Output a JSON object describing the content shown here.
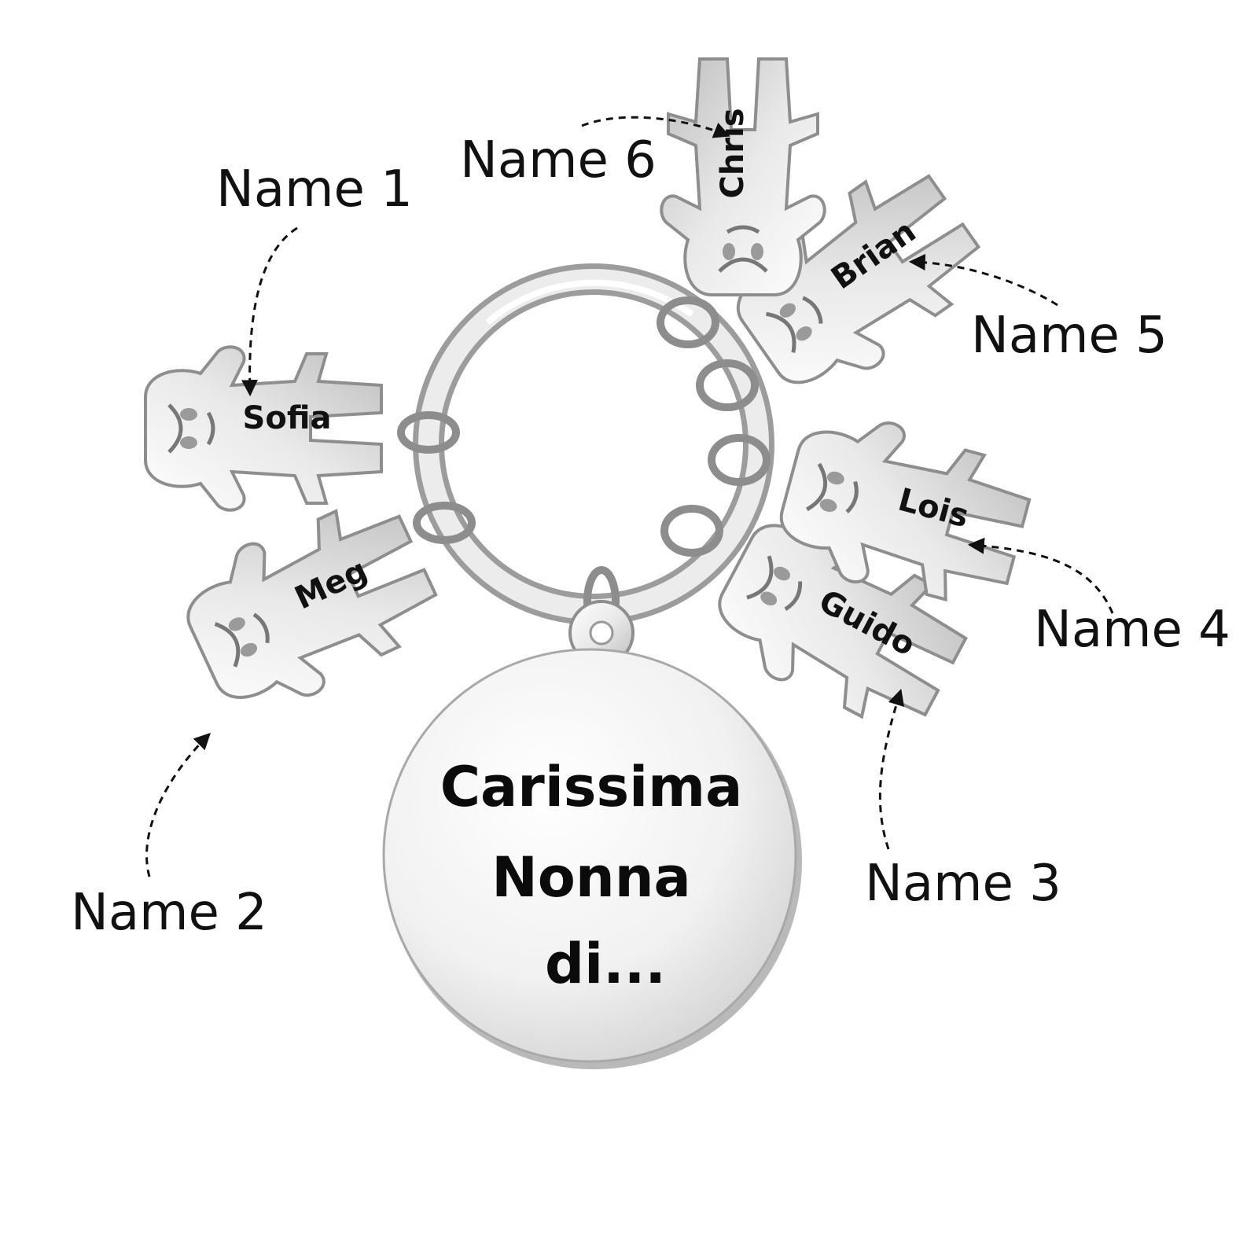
{
  "disc": {
    "line1": "Carissima",
    "line2": "Nonna",
    "line3": "di..."
  },
  "charms": {
    "sofia": "Sofia",
    "meg": "Meg",
    "guido": "Guido",
    "lois": "Lois",
    "brian": "Brian",
    "chris": "Chris"
  },
  "labels": {
    "name1": "Name 1",
    "name2": "Name 2",
    "name3": "Name 3",
    "name4": "Name 4",
    "name5": "Name 5",
    "name6": "Name 6"
  },
  "colors": {
    "steel_light": "#f4f4f4",
    "steel_mid": "#c9c9c9",
    "steel_dark": "#8e8e8e",
    "text": "#111111"
  }
}
